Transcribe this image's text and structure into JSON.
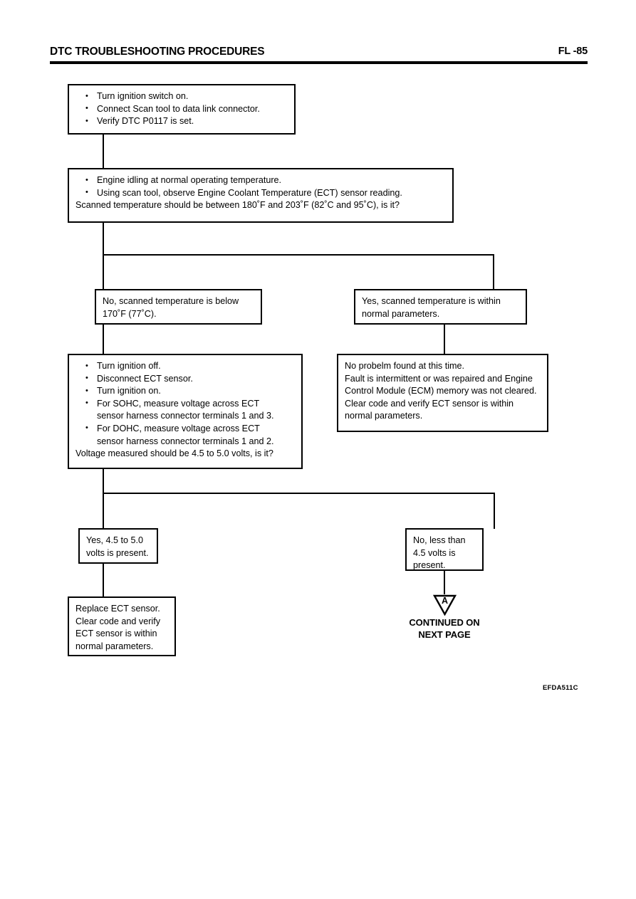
{
  "header": {
    "title": "DTC TROUBLESHOOTING PROCEDURES",
    "page_label": "FL -85"
  },
  "flow": {
    "box_start": {
      "lines": [
        "Turn ignition switch on.",
        "Connect Scan tool to data link connector.",
        "Verify DTC P0117 is set."
      ]
    },
    "box_check_temp": {
      "line1": "Engine idling at normal operating temperature.",
      "line2": "Using scan tool, observe Engine Coolant Temperature (ECT) sensor reading.",
      "line3": "Scanned temperature should be between 180˚F and 203˚F (82˚C and 95˚C), is it?"
    },
    "box_temp_no": {
      "line1": "No, scanned temperature is below",
      "line2": "170˚F (77˚C)."
    },
    "box_temp_yes": {
      "line1": "Yes, scanned temperature is within",
      "line2": "normal parameters."
    },
    "box_measure_voltage": {
      "line1": "Turn ignition off.",
      "line2": "Disconnect ECT sensor.",
      "line3": "Turn ignition on.",
      "line4a": "For SOHC, measure voltage across ECT",
      "line4b": "sensor harness connector terminals 1 and 3.",
      "line5a": "For DOHC, measure voltage across ECT",
      "line5b": "sensor harness connector terminals 1 and 2.",
      "line6": "Voltage measured should be 4.5 to 5.0 volts, is it?"
    },
    "box_no_problem": {
      "line1": "No probelm found at this time.",
      "line2": "Fault is intermittent or was repaired and Engine",
      "line3": "Control Module (ECM) memory was not cleared.",
      "line4": "Clear code and verify ECT sensor is within",
      "line5": "normal parameters."
    },
    "box_volts_yes": {
      "line1": "Yes, 4.5 to 5.0",
      "line2": "volts is present."
    },
    "box_volts_no": {
      "line1": "No, less than",
      "line2": "4.5 volts is",
      "line3": "present."
    },
    "box_replace_sensor": {
      "line1": "Replace ECT sensor.",
      "line2": "Clear code and verify",
      "line3": "ECT sensor is within",
      "line4": "normal parameters."
    },
    "connector": {
      "letter": "A",
      "caption_line1": "CONTINUED ON",
      "caption_line2": "NEXT PAGE"
    }
  },
  "footer": {
    "figure_code": "EFDA511C"
  }
}
